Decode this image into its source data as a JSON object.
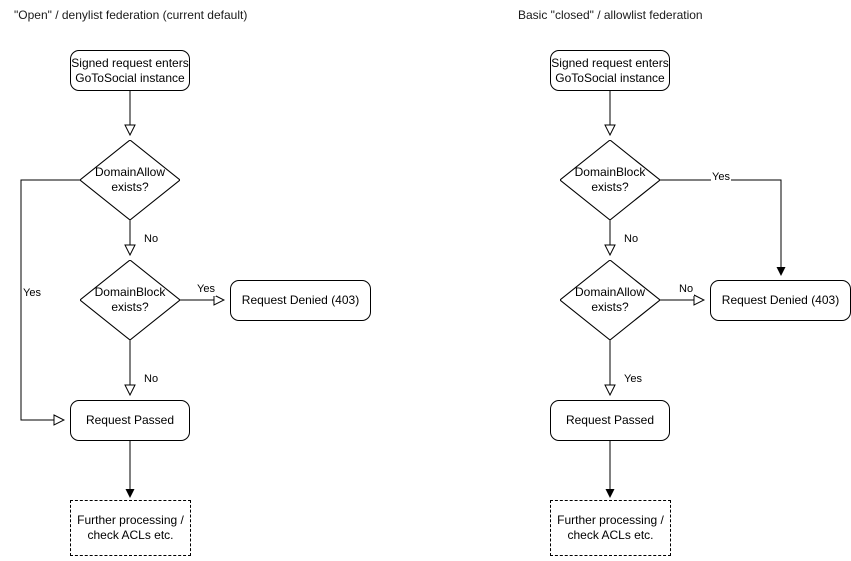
{
  "diagrams": {
    "left": {
      "title": "\"Open\" / denylist federation (current default)",
      "nodes": {
        "start": "Signed request enters\nGoToSocial instance",
        "decision1": "DomainAllow\nexists?",
        "decision2": "DomainBlock\nexists?",
        "denied": "Request Denied (403)",
        "passed": "Request Passed",
        "further": "Further processing /\ncheck ACLs etc."
      },
      "edge_labels": {
        "allow_yes": "Yes",
        "allow_no": "No",
        "block_yes": "Yes",
        "block_no": "No"
      }
    },
    "right": {
      "title": "Basic \"closed\" / allowlist federation",
      "nodes": {
        "start": "Signed request enters\nGoToSocial instance",
        "decision1": "DomainBlock\nexists?",
        "decision2": "DomainAllow\nexists?",
        "denied": "Request Denied (403)",
        "passed": "Request Passed",
        "further": "Further processing /\ncheck ACLs etc."
      },
      "edge_labels": {
        "block_yes": "Yes",
        "block_no": "No",
        "allow_no": "No",
        "allow_yes": "Yes"
      }
    }
  },
  "style": {
    "stroke": "#000000",
    "background": "#ffffff",
    "title_color": "#1a1a1a"
  }
}
